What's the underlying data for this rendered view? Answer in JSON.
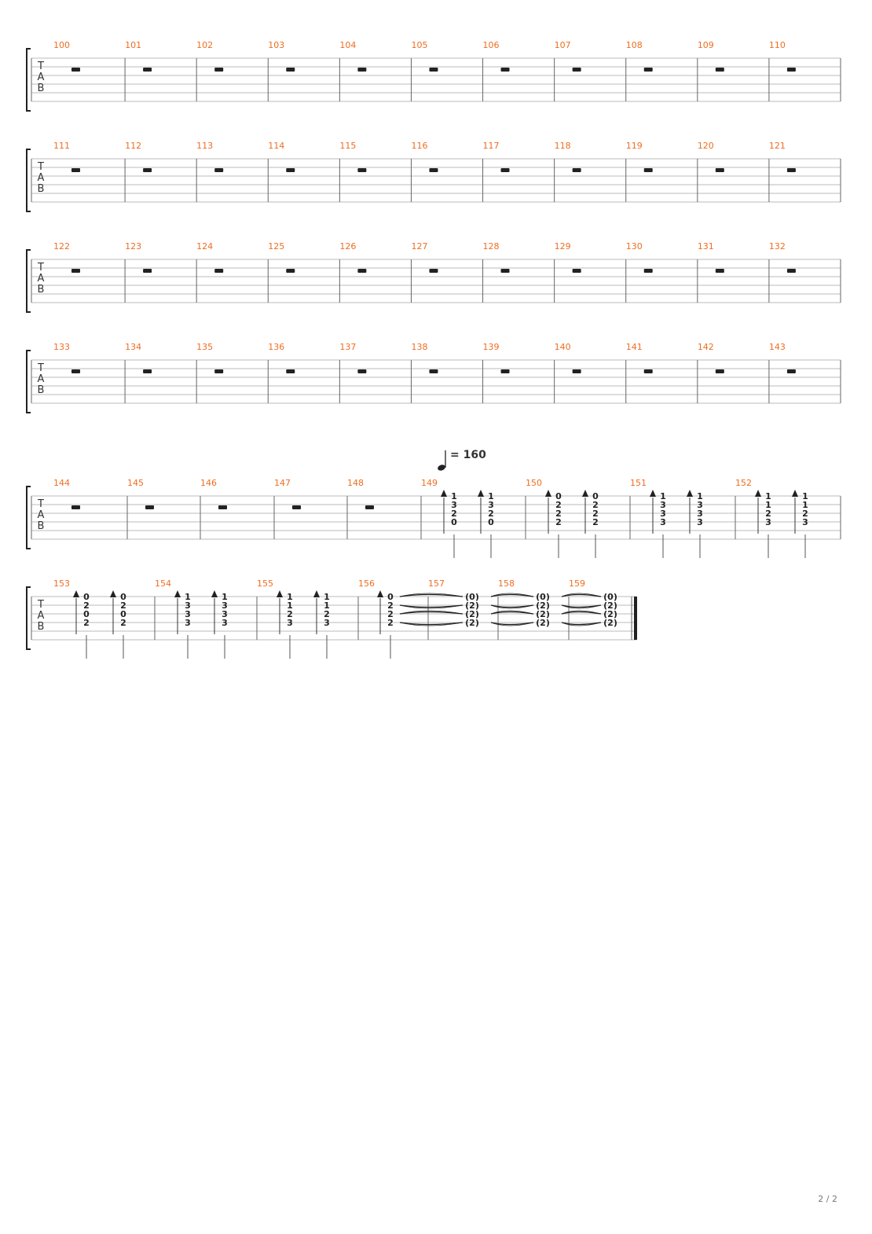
{
  "page": {
    "number_label": "2 / 2"
  },
  "colors": {
    "measure_number": "#ef6d21",
    "staff_line": "#bbbbbb",
    "barline": "#666666",
    "ink": "#222222"
  },
  "clef_letters": [
    "T",
    "A",
    "B"
  ],
  "tempo": {
    "note_icon": "quarter-note-icon",
    "text": "= 160"
  },
  "systems": [
    {
      "measures": [
        {
          "number": "100",
          "rest": true
        },
        {
          "number": "101",
          "rest": true
        },
        {
          "number": "102",
          "rest": true
        },
        {
          "number": "103",
          "rest": true
        },
        {
          "number": "104",
          "rest": true
        },
        {
          "number": "105",
          "rest": true
        },
        {
          "number": "106",
          "rest": true
        },
        {
          "number": "107",
          "rest": true
        },
        {
          "number": "108",
          "rest": true
        },
        {
          "number": "109",
          "rest": true
        },
        {
          "number": "110",
          "rest": true
        }
      ]
    },
    {
      "measures": [
        {
          "number": "111",
          "rest": true
        },
        {
          "number": "112",
          "rest": true
        },
        {
          "number": "113",
          "rest": true
        },
        {
          "number": "114",
          "rest": true
        },
        {
          "number": "115",
          "rest": true
        },
        {
          "number": "116",
          "rest": true
        },
        {
          "number": "117",
          "rest": true
        },
        {
          "number": "118",
          "rest": true
        },
        {
          "number": "119",
          "rest": true
        },
        {
          "number": "120",
          "rest": true
        },
        {
          "number": "121",
          "rest": true
        }
      ]
    },
    {
      "measures": [
        {
          "number": "122",
          "rest": true
        },
        {
          "number": "123",
          "rest": true
        },
        {
          "number": "124",
          "rest": true
        },
        {
          "number": "125",
          "rest": true
        },
        {
          "number": "126",
          "rest": true
        },
        {
          "number": "127",
          "rest": true
        },
        {
          "number": "128",
          "rest": true
        },
        {
          "number": "129",
          "rest": true
        },
        {
          "number": "130",
          "rest": true
        },
        {
          "number": "131",
          "rest": true
        },
        {
          "number": "132",
          "rest": true
        }
      ]
    },
    {
      "measures": [
        {
          "number": "133",
          "rest": true
        },
        {
          "number": "134",
          "rest": true
        },
        {
          "number": "135",
          "rest": true
        },
        {
          "number": "136",
          "rest": true
        },
        {
          "number": "137",
          "rest": true
        },
        {
          "number": "138",
          "rest": true
        },
        {
          "number": "139",
          "rest": true
        },
        {
          "number": "140",
          "rest": true
        },
        {
          "number": "141",
          "rest": true
        },
        {
          "number": "142",
          "rest": true
        },
        {
          "number": "143",
          "rest": true
        }
      ]
    },
    {
      "measures": [
        {
          "number": "144",
          "rest": true
        },
        {
          "number": "145",
          "rest": true
        },
        {
          "number": "146",
          "rest": true
        },
        {
          "number": "147",
          "rest": true
        },
        {
          "number": "148",
          "rest": true
        },
        {
          "number": "149",
          "chords": [
            [
              "1",
              "3",
              "2",
              "0"
            ],
            [
              "1",
              "3",
              "2",
              "0"
            ]
          ]
        },
        {
          "number": "150",
          "chords": [
            [
              "0",
              "2",
              "2",
              "2"
            ],
            [
              "0",
              "2",
              "2",
              "2"
            ]
          ]
        },
        {
          "number": "151",
          "chords": [
            [
              "1",
              "3",
              "3",
              "3"
            ],
            [
              "1",
              "3",
              "3",
              "3"
            ]
          ]
        },
        {
          "number": "152",
          "chords": [
            [
              "1",
              "1",
              "2",
              "3"
            ],
            [
              "1",
              "1",
              "2",
              "3"
            ]
          ]
        }
      ]
    },
    {
      "measures": [
        {
          "number": "153",
          "chords": [
            [
              "0",
              "2",
              "0",
              "2"
            ],
            [
              "0",
              "2",
              "0",
              "2"
            ]
          ]
        },
        {
          "number": "154",
          "chords": [
            [
              "1",
              "3",
              "3",
              "3"
            ],
            [
              "1",
              "3",
              "3",
              "3"
            ]
          ]
        },
        {
          "number": "155",
          "chords": [
            [
              "1",
              "1",
              "2",
              "3"
            ],
            [
              "1",
              "1",
              "2",
              "3"
            ]
          ]
        },
        {
          "number": "156",
          "chords": [
            [
              "0",
              "2",
              "2",
              "2"
            ]
          ]
        },
        {
          "number": "157",
          "tied": [
            "(0)",
            "(2)",
            "(2)",
            "(2)"
          ]
        },
        {
          "number": "158",
          "tied": [
            "(0)",
            "(2)",
            "(2)",
            "(2)"
          ]
        },
        {
          "number": "159",
          "tied": [
            "(0)",
            "(2)",
            "(2)",
            "(2)"
          ]
        }
      ]
    }
  ]
}
